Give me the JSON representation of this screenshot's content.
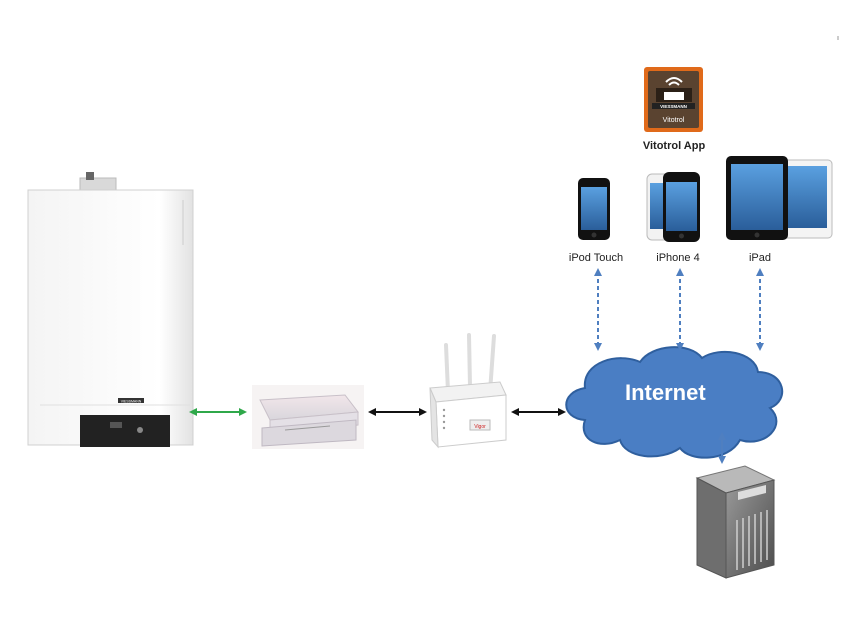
{
  "app": {
    "name": "Vitotrol App",
    "icon_text": "Vitotrol",
    "icon_brand": "VIESSMANN"
  },
  "devices": {
    "ipod": "iPod Touch",
    "iphone": "iPhone 4",
    "ipad": "iPad"
  },
  "cloud": {
    "label": "Internet"
  },
  "boiler": {
    "brand": "VIESSMANN"
  },
  "router": {
    "brand": "Vigor"
  },
  "colors": {
    "cloud_fill": "#4a7ec4",
    "cloud_stroke": "#2f5f9e",
    "dashed_arrow": "#4f7fc0",
    "green_arrow": "#2fa84a",
    "black_arrow": "#111111",
    "app_icon_border": "#e06a1a"
  }
}
